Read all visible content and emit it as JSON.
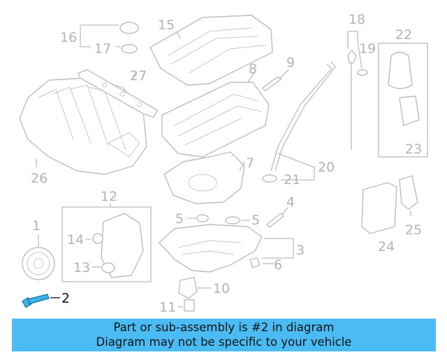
{
  "diagram": {
    "callouts": [
      "1",
      "2",
      "3",
      "4",
      "5",
      "5",
      "6",
      "7",
      "8",
      "9",
      "10",
      "11",
      "12",
      "13",
      "14",
      "15",
      "16",
      "17",
      "18",
      "19",
      "20",
      "21",
      "22",
      "23",
      "24",
      "25",
      "26",
      "27"
    ],
    "highlighted_callout": "2",
    "highlight_color": "#3bb2e8",
    "part_outline_color": "#bdbdbd"
  },
  "banner": {
    "line1": "Part or sub-assembly is #2 in diagram",
    "line2": "Diagram may not be specific to your vehicle",
    "background": "#4bbcf3"
  }
}
